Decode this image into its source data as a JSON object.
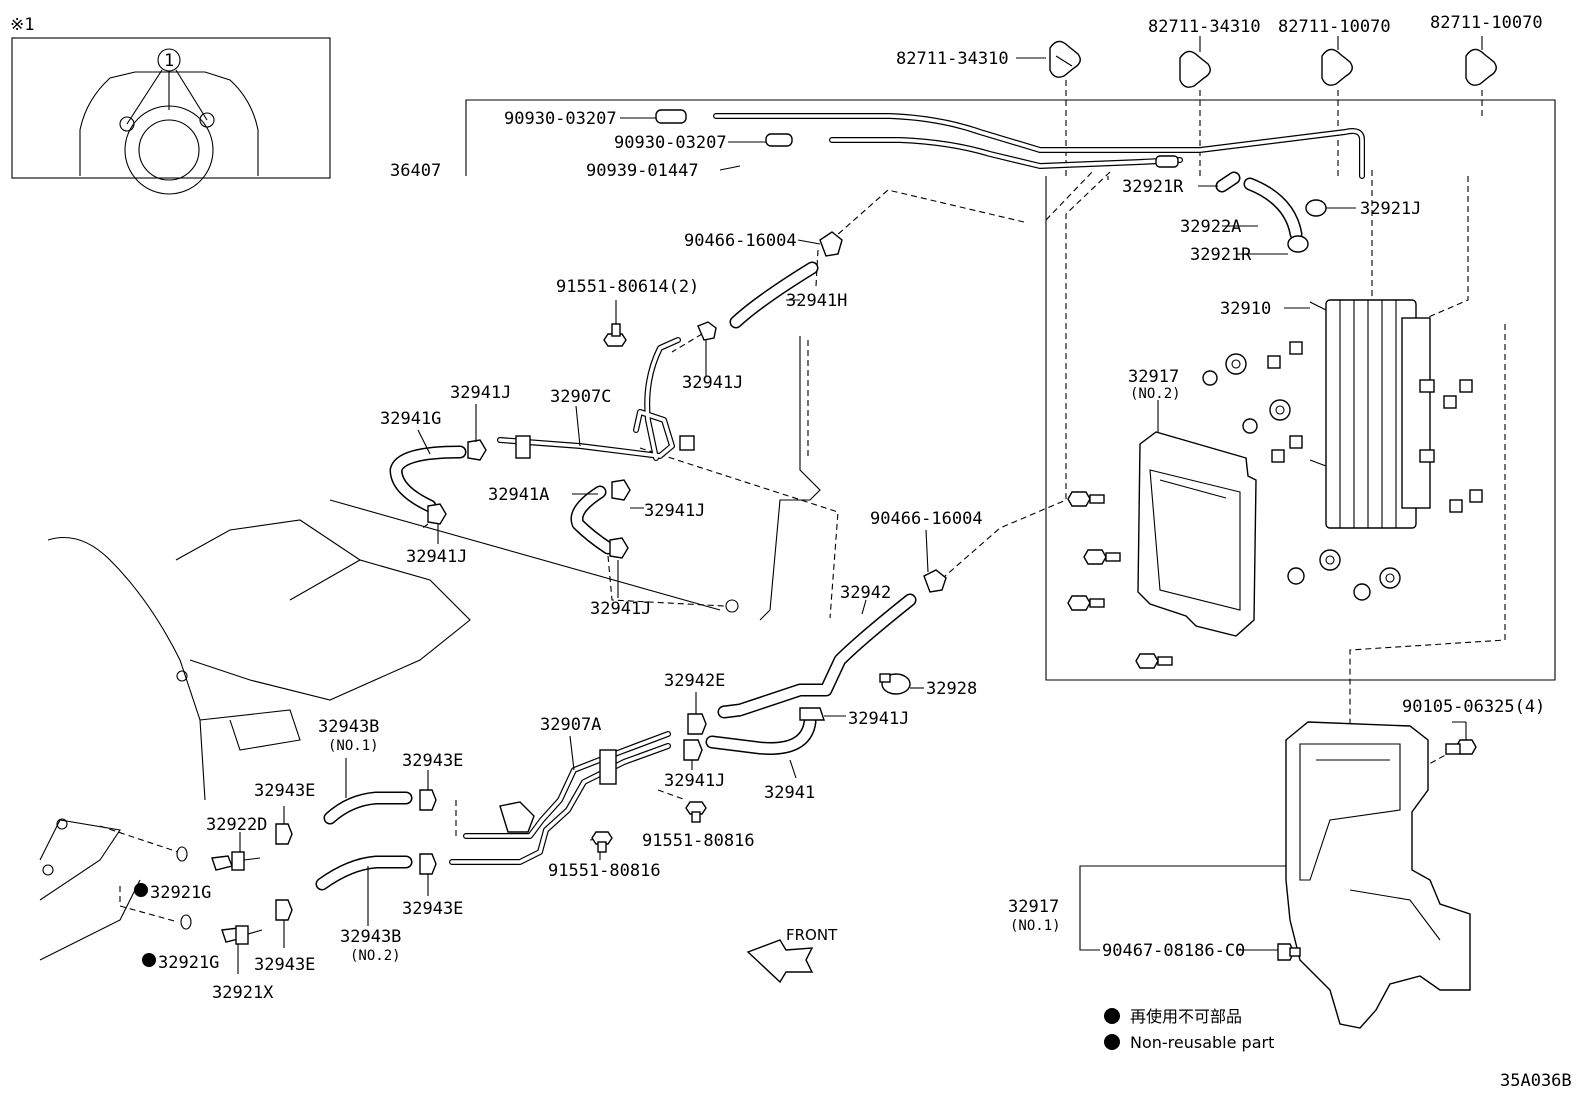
{
  "labels": {
    "note_mark": "※1",
    "circle_one": "1",
    "p_82711_34310_a": "82711-34310",
    "p_82711_34310_b": "82711-34310",
    "p_82711_10070_a": "82711-10070",
    "p_82711_10070_b": "82711-10070",
    "p_90930_03207_a": "90930-03207",
    "p_90930_03207_b": "90930-03207",
    "p_90939_01447": "90939-01447",
    "p_36407": "36407",
    "p_32921R_a": "32921R",
    "p_32921R_b": "32921R",
    "p_32922A": "32922A",
    "p_32921J": "32921J",
    "p_90466_16004_a": "90466-16004",
    "p_90466_16004_b": "90466-16004",
    "p_91551_80614": "91551-80614(2)",
    "p_32941H": "32941H",
    "p_32941J_1": "32941J",
    "p_32941J_2": "32941J",
    "p_32941J_3": "32941J",
    "p_32941J_4": "32941J",
    "p_32941J_5": "32941J",
    "p_32941J_6": "32941J",
    "p_32941J_7": "32941J",
    "p_32907C": "32907C",
    "p_32941G": "32941G",
    "p_32941A": "32941A",
    "p_32910": "32910",
    "p_32917_no2": "32917",
    "p_no2": "(NO.2)",
    "p_32942": "32942",
    "p_32928": "32928",
    "p_32942E": "32942E",
    "p_32941": "32941",
    "p_32907A": "32907A",
    "p_91551_80816_a": "91551-80816",
    "p_91551_80816_b": "91551-80816",
    "p_32943B_no1": "32943B",
    "p_no1_a": "(NO.1)",
    "p_32943E_1": "32943E",
    "p_32943E_2": "32943E",
    "p_32943E_3": "32943E",
    "p_32943E_4": "32943E",
    "p_32922D": "32922D",
    "p_32921G_1": "32921G",
    "p_32921G_2": "32921G",
    "p_32921X": "32921X",
    "p_32943B_no2": "32943B",
    "p_no2_b": "(NO.2)",
    "p_90105_06325": "90105-06325(4)",
    "p_32917_no1": "32917",
    "p_no1_b": "(NO.1)",
    "p_90467_08186": "90467-08186-C0",
    "front": "FRONT",
    "legend_jp": "再使用不可部品",
    "legend_en": "Non-reusable part",
    "diagram_code": "35A036B"
  }
}
